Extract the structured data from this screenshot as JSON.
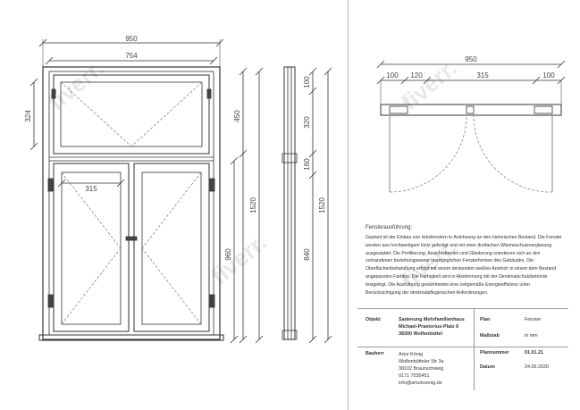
{
  "drawing": {
    "front_view": {
      "width_outer": "950",
      "width_inner": "754",
      "transom_height": "324",
      "sash_width": "315"
    },
    "side_view": {
      "dims": [
        "450",
        "1520",
        "960"
      ]
    },
    "section_right": {
      "dims_vertical": [
        "100",
        "320",
        "160",
        "840",
        "1520"
      ]
    },
    "plan_view": {
      "width_total": "950",
      "segments": [
        "100",
        "120",
        "315",
        "100"
      ]
    }
  },
  "description": {
    "title": "Fensterausführung:",
    "body": "Geplant ist der Einbau von Holzfenstern in Anlehnung an den historischen Bestand. Die Fenster werden aus hochwertigem Holz gefertigt und mit einer dreifachen Wärmeschutzverglasung ausgestattet. Die Profilierung, Ansichtsbreiten und Gliederung orientieren sich an den vorhandenen beziehungsweise ursprünglichen Fensterformen des Gebäudes. Die Oberflächenbehandlung erfolgt mit einem deckenden weißen Anstrich in einem dem Bestand angepassten Farbton. Die Farbigkeit wird in Abstimmung mit der Denkmalschutzbehörde festgelegt. Die Ausführung gewährleistet eine zeitgemäße Energieeffizienz unter Berücksichtigung der denkmalpflegerischen Anforderungen."
  },
  "title_block": {
    "objekt_label": "Objekt",
    "objekt_lines": [
      "Sanierung Mehrfamilienhaus",
      "Michael-Praetorius-Platz 6",
      "38300 Wolfenbüttel"
    ],
    "plan_label": "Plan",
    "plan_value": "Fenster",
    "massstab_label": "Maßstab",
    "massstab_value": "in mm",
    "plannummer_label": "Plannummer",
    "plannummer_value": "01.01.21",
    "bauherr_label": "Bauherr",
    "bauherr_lines": [
      "Artur König",
      "Wolfenbütteler Str 3a",
      "38102 Braunschweig",
      "0171 7535451",
      "info@arturkoenig.de"
    ],
    "datum_label": "Datum",
    "datum_value": "24.06.2020"
  },
  "watermark": "fiverr."
}
